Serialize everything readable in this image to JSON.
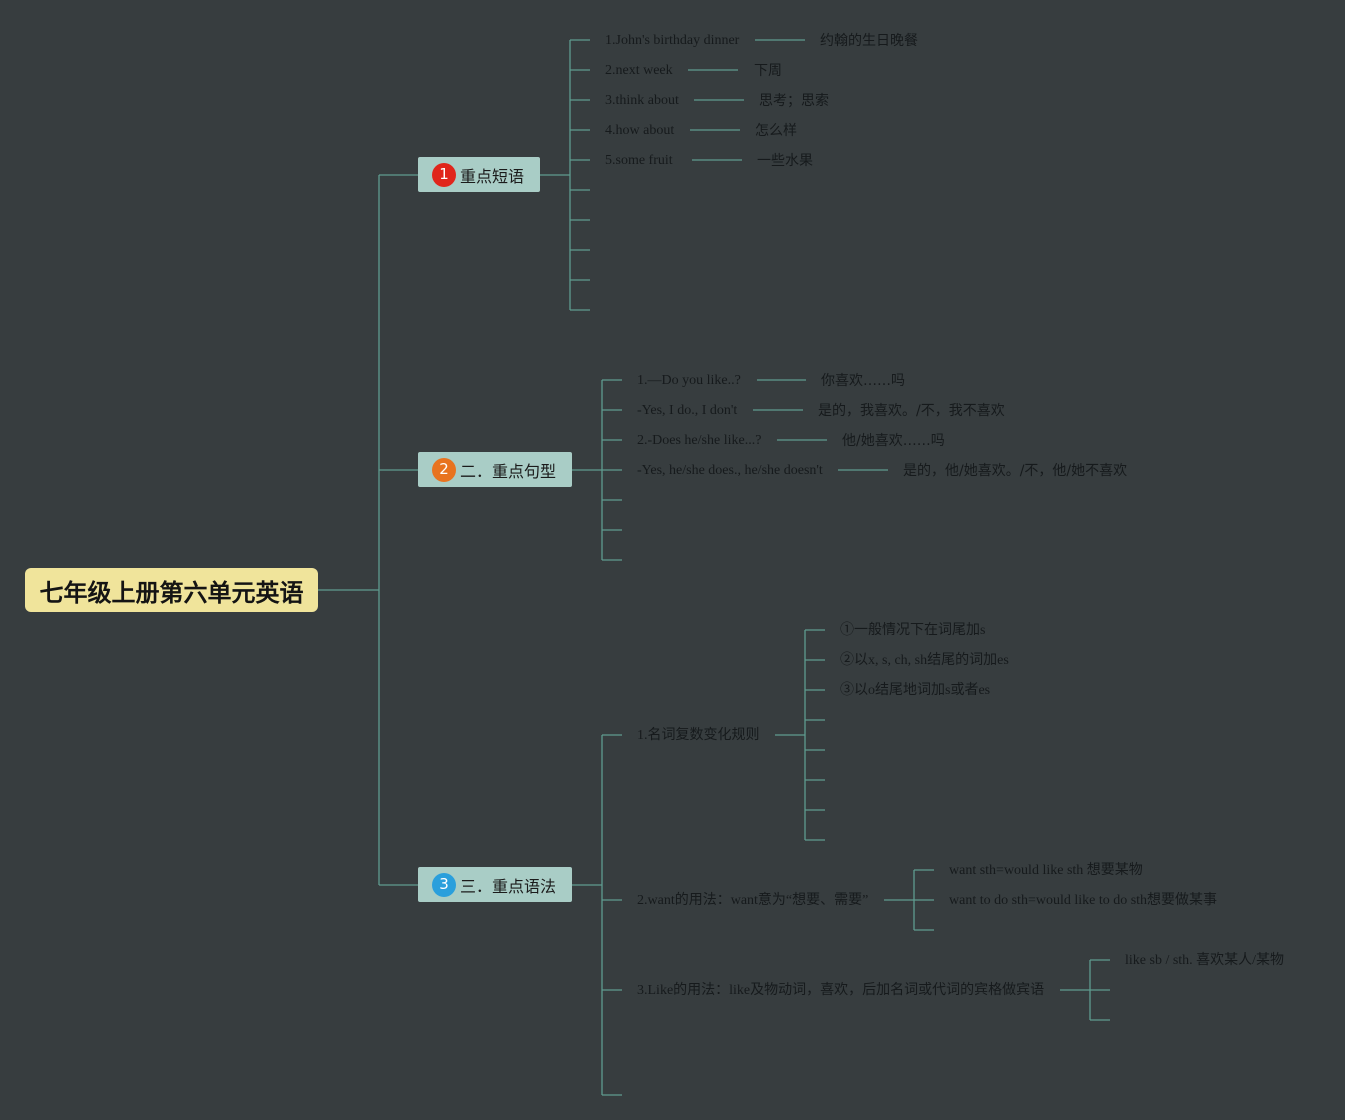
{
  "root": {
    "title": "七年级上册第六单元英语"
  },
  "colors": {
    "background": "#373d3f",
    "line": "#5f9c8f",
    "root_fill": "#f0e49b",
    "branch_fill": "#a9cdc6",
    "text": "#161a1c"
  },
  "branches": [
    {
      "badge": "1",
      "badge_color": "#e0251b",
      "title": "重点短语",
      "items": [
        {
          "en": "1.John's birthday dinner",
          "zh": "约翰的生日晚餐"
        },
        {
          "en": "2.next week",
          "zh": "下周"
        },
        {
          "en": "3.think about",
          "zh": "思考；思索"
        },
        {
          "en": "4.how about",
          "zh": "怎么样"
        },
        {
          "en": "5.some fruit",
          "zh": "一些水果"
        }
      ]
    },
    {
      "badge": "2",
      "badge_color": "#e8731f",
      "title": "二．重点句型",
      "items": [
        {
          "en": "1.—Do you like..?",
          "zh": "你喜欢……吗"
        },
        {
          "en": "-Yes, I do., I don't",
          "zh": "是的，我喜欢。/不，我不喜欢"
        },
        {
          "en": "2.-Does he/she like...?",
          "zh": "他/她喜欢……吗"
        },
        {
          "en": "-Yes, he/she does., he/she doesn't",
          "zh": "是的，他/她喜欢。/不，他/她不喜欢"
        }
      ]
    },
    {
      "badge": "3",
      "badge_color": "#2a9fdc",
      "title": "三．重点语法",
      "items": [
        {
          "label": "1.名词复数变化规则",
          "children": [
            "①一般情况下在词尾加s",
            "②以x, s, ch, sh结尾的词加es",
            "③以o结尾地词加s或者es"
          ]
        },
        {
          "label": "2.want的用法：want意为“想要、需要”",
          "children": [
            "want sth=would like sth 想要某物",
            "want to do sth=would like to do sth想要做某事"
          ]
        },
        {
          "label": "3.Like的用法：like及物动词，喜欢，后加名词或代词的宾格做宾语",
          "children": [
            "like sb / sth. 喜欢某人/某物"
          ]
        }
      ]
    }
  ]
}
